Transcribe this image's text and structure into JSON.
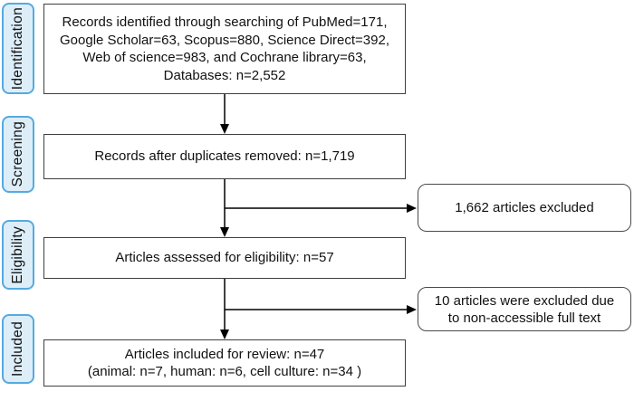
{
  "colors": {
    "stage_fill": "#ddeef9",
    "stage_border": "#55aadf",
    "box_border": "#3f3f3f",
    "arrow_color": "#000000",
    "text_color": "#111111",
    "bg_color": "#ffffff"
  },
  "stages": [
    {
      "label": "Identification"
    },
    {
      "label": "Screening"
    },
    {
      "label": "Eligibility"
    },
    {
      "label": "Included"
    }
  ],
  "boxes": {
    "identification": {
      "lines": [
        "Records identified through searching of PubMed=171,",
        "Google Scholar=63, Scopus=880, Science Direct=392,",
        "Web of science=983, and Cochrane library=63,",
        "Databases: n=2,552"
      ]
    },
    "screening": {
      "text": "Records after duplicates removed: n=1,719"
    },
    "eligibility": {
      "text": "Articles assessed for eligibility: n=57"
    },
    "included": {
      "lines": [
        "Articles included for review: n=47",
        "(animal: n=7, human: n=6, cell culture: n=34 )"
      ]
    }
  },
  "side_boxes": {
    "excluded_screening": {
      "text": "1,662 articles excluded"
    },
    "excluded_eligibility": {
      "lines": [
        "10 articles were excluded due",
        "to non-accessible full text"
      ]
    }
  }
}
